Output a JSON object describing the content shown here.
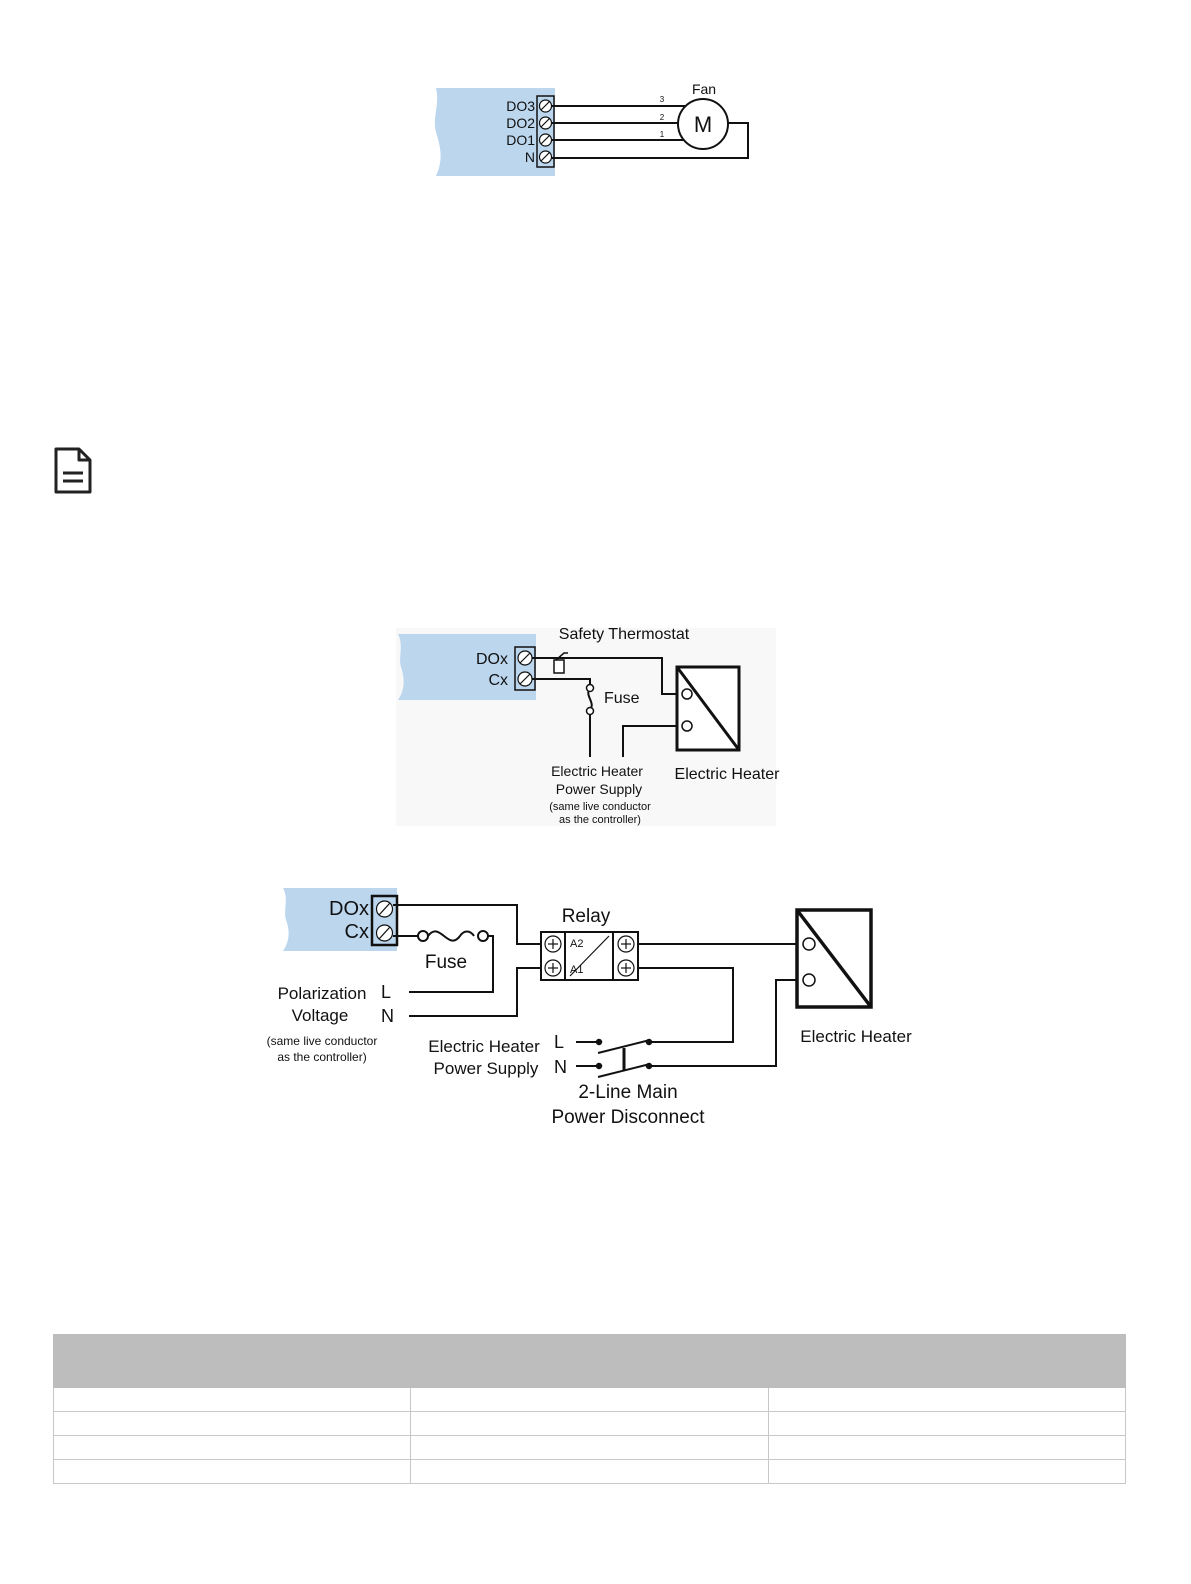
{
  "fan_diagram": {
    "terminals": [
      "DO3",
      "DO2",
      "DO1",
      "N"
    ],
    "wire_numbers": [
      "3",
      "2",
      "1"
    ],
    "fan_label": "Fan",
    "motor_symbol": "M"
  },
  "heater_diagram_1": {
    "terminals": [
      "DOx",
      "Cx"
    ],
    "safety_thermostat": "Safety Thermostat",
    "fuse": "Fuse",
    "power_supply_line1": "Electric Heater",
    "power_supply_line2": "Power Supply",
    "note_line1": "(same live conductor",
    "note_line2": "as the controller)",
    "heater_label": "Electric Heater"
  },
  "heater_diagram_2": {
    "terminals": [
      "DOx",
      "Cx"
    ],
    "fuse": "Fuse",
    "relay": "Relay",
    "relay_a2": "A2",
    "relay_a1": "A1",
    "polarization_line1": "Polarization",
    "polarization_line2": "Voltage",
    "polarization_L": "L",
    "polarization_N": "N",
    "note_line1": "(same live conductor",
    "note_line2": "as the controller)",
    "power_supply_line1": "Electric Heater",
    "power_supply_line2": "Power Supply",
    "supply_L": "L",
    "supply_N": "N",
    "disconnect_line1": "2-Line Main",
    "disconnect_line2": "Power Disconnect",
    "heater_label": "Electric Heater"
  },
  "note_icon": "document-note-icon",
  "table": {
    "header": [
      "",
      "",
      ""
    ],
    "rows": [
      [
        "",
        "",
        ""
      ],
      [
        "",
        "",
        ""
      ],
      [
        "",
        "",
        ""
      ],
      [
        "",
        "",
        ""
      ]
    ]
  }
}
